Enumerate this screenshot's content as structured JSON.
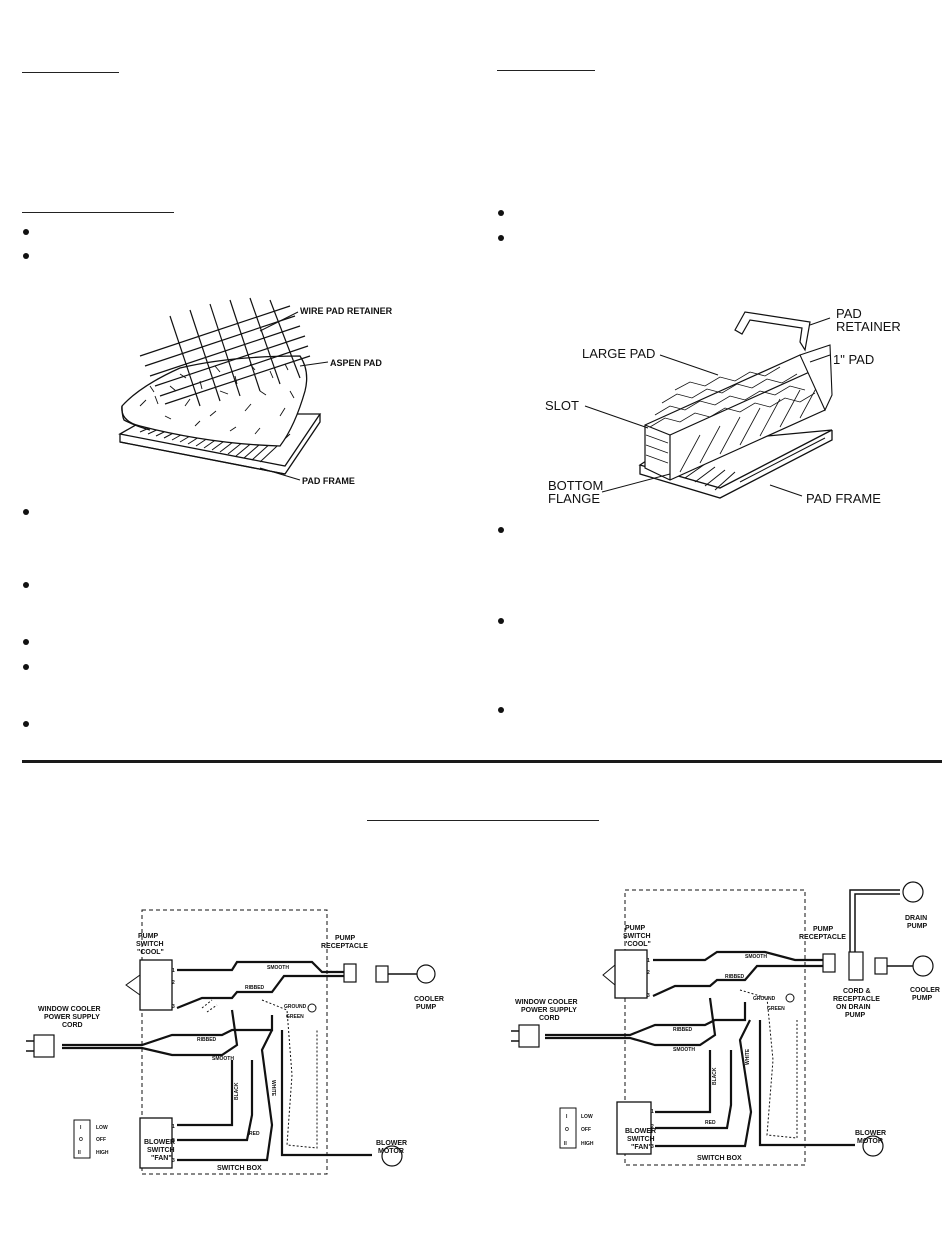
{
  "aspen_figure": {
    "wire_pad_retainer": "WIRE PAD RETAINER",
    "aspen_pad": "ASPEN PAD",
    "pad_frame": "PAD FRAME"
  },
  "rigid_figure": {
    "pad_retainer_line1": "PAD",
    "pad_retainer_line2": "RETAINER",
    "large_pad": "LARGE PAD",
    "one_inch_pad": "1\" PAD",
    "slot": "SLOT",
    "bottom_flange_line1": "BOTTOM",
    "bottom_flange_line2": "FLANGE",
    "pad_frame": "PAD FRAME"
  },
  "wiring_left": {
    "pump_switch": [
      "PUMP",
      "SWITCH",
      "\"COOL\""
    ],
    "pump_receptacle": [
      "PUMP",
      "RECEPTACLE"
    ],
    "power_cord": [
      "WINDOW COOLER",
      "POWER SUPPLY",
      "CORD"
    ],
    "cooler_pump": [
      "COOLER",
      "PUMP"
    ],
    "blower_switch": [
      "BLOWER",
      "SWITCH",
      "\"FAN\""
    ],
    "blower_motor": [
      "BLOWER",
      "MOTOR"
    ],
    "switch_box": "SWITCH BOX",
    "speed_low_symbol": "I",
    "speed_low": "LOW",
    "speed_off_symbol": "O",
    "speed_off": "OFF",
    "speed_high_symbol": "II",
    "speed_high": "HIGH",
    "wire_smooth": "SMOOTH",
    "wire_ribbed": "RIBBED",
    "wire_green": "GREEN",
    "wire_ground": "GROUND",
    "wire_black": "BLACK",
    "wire_white": "WHITE",
    "wire_red": "RED"
  },
  "wiring_right": {
    "pump_switch": [
      "PUMP",
      "SWITCH",
      "\"COOL\""
    ],
    "pump_receptacle": [
      "PUMP",
      "RECEPTACLE"
    ],
    "power_cord": [
      "WINDOW COOLER",
      "POWER SUPPLY",
      "CORD"
    ],
    "drain_pump": [
      "DRAIN",
      "PUMP"
    ],
    "cooler_pump": [
      "COOLER",
      "PUMP"
    ],
    "cord_receptacle": [
      "CORD &",
      "RECEPTACLE",
      "ON DRAIN",
      "PUMP"
    ],
    "blower_switch": [
      "BLOWER",
      "SWITCH",
      "\"FAN\""
    ],
    "blower_motor": [
      "BLOWER",
      "MOTOR"
    ],
    "switch_box": "SWITCH BOX",
    "speed_low_symbol": "I",
    "speed_low": "LOW",
    "speed_off_symbol": "O",
    "speed_off": "OFF",
    "speed_high_symbol": "II",
    "speed_high": "HIGH",
    "wire_smooth": "SMOOTH",
    "wire_ribbed": "RIBBED",
    "wire_green": "GREEN",
    "wire_ground": "GROUND",
    "wire_black": "BLACK",
    "wire_white": "WHITE",
    "wire_red": "RED"
  }
}
